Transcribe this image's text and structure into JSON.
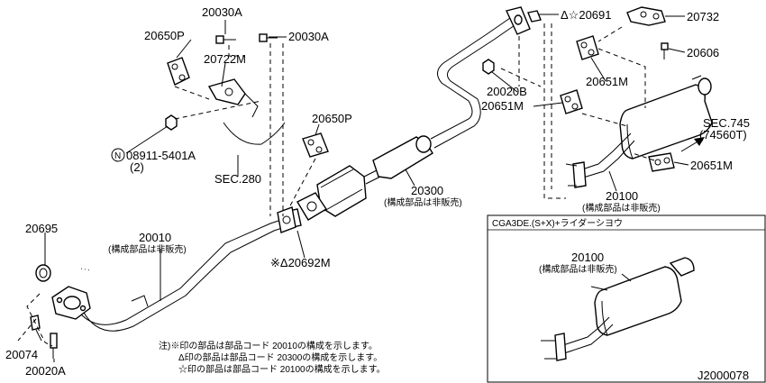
{
  "parts": {
    "p20030A_top": "20030A",
    "p20030A_mid": "20030A",
    "p20650P_left": "20650P",
    "p20722M": "20722M",
    "p20650P_right": "20650P",
    "p08911_circle": "N",
    "p08911_num": "08911-5401A",
    "p08911_qty": "(2)",
    "sec280": "SEC.280",
    "p20691": "Δ☆20691",
    "p20732": "20732",
    "p20606": "20606",
    "p20651M_top": "20651M",
    "p20020B": "20020B",
    "p20651M_mid": "20651M",
    "sec745": "SEC.745",
    "sec745_ref": "(74560T)",
    "p20651M_low": "20651M",
    "p20300": "20300",
    "p20300_note": "(構成部品は非販売)",
    "p20100": "20100",
    "p20100_note": "(構成部品は非販売)",
    "p20692M": "※Δ20692M",
    "p20010": "20010",
    "p20010_note": "(構成部品は非販売)",
    "p20695": "20695",
    "p20074": "20074",
    "p20020A": "20020A"
  },
  "inset": {
    "title": "CGA3DE.(S+X)+ライダーシヨウ",
    "part": "20100",
    "note": "(構成部品は非販売)"
  },
  "notes": {
    "line1": "注)※印の部品は部品コード 20010の構成を示します。",
    "line2": "Δ印の部品は部品コード 20300の構成を示します。",
    "line3": "☆印の部品は部品コード 20100の構成を示します。"
  },
  "diagram_id": "J2000078"
}
